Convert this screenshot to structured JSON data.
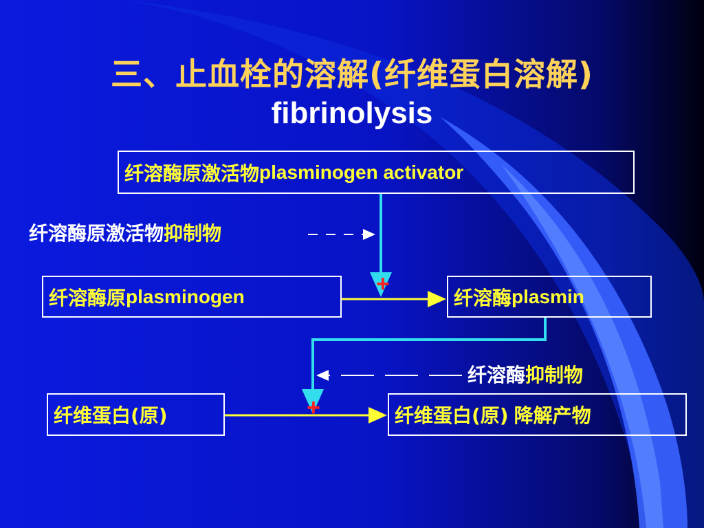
{
  "title": "三、止血栓的溶解(纤维蛋白溶解)",
  "subtitle": "fibrinolysis",
  "activator_box": {
    "cn": "纤溶酶原激活物",
    "en": "plasminogen activator"
  },
  "inhibitor_1": {
    "cn_white": "纤溶酶原激活物",
    "cn_yellow": "抑制物"
  },
  "plasminogen_box": {
    "cn": "纤溶酶原",
    "en": "plasminogen"
  },
  "plasmin_box": {
    "cn": "纤溶酶",
    "en": "plasmin"
  },
  "inhibitor_2": {
    "cn_white": "纤溶酶",
    "cn_yellow": "抑制物"
  },
  "fibrin_box": {
    "text": "纤维蛋白(原)"
  },
  "degradation_box": {
    "cn_white": "纤维蛋白(原)",
    "cn_yellow": "降解产物"
  },
  "plus_sign": "+",
  "colors": {
    "title": "#ffd25a",
    "accent": "#ffff33",
    "connector": "#33ddee",
    "arrow": "#ffff33",
    "plus": "#ff2020",
    "background": "#0a1adf"
  }
}
